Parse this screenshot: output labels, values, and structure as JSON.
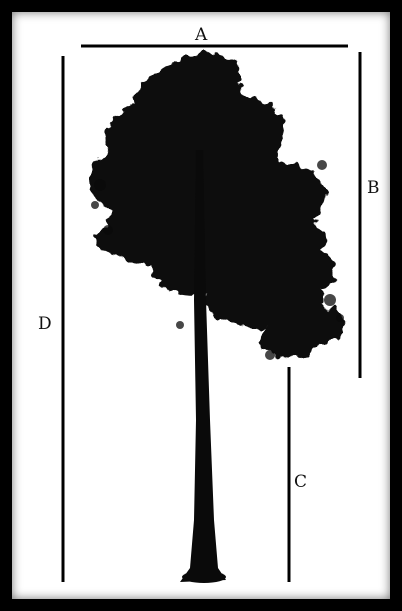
{
  "labels": {
    "a": "A",
    "b": "B",
    "c": "C",
    "d": "D"
  },
  "colors": {
    "frame": "#000000",
    "background": "#ffffff",
    "tree": "#0a0a0a",
    "lines": "#000000"
  }
}
